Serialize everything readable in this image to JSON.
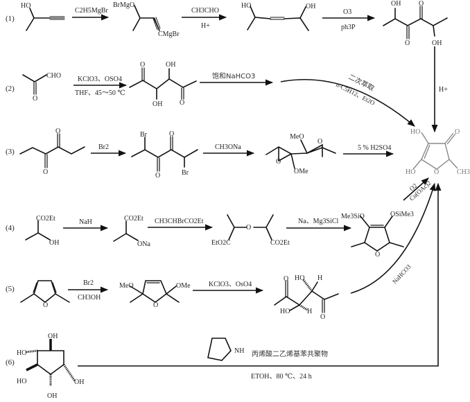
{
  "title": "Synthetic routes to 4-hydroxy-5-methyl-3(2H)-furanone derivative",
  "routes": [
    {
      "label": "(1)",
      "start_substituents": {
        "oh": "HO"
      },
      "steps": [
        {
          "reagent_top": "C2H5MgBr",
          "reagent_bottom": ""
        },
        {
          "reagent_top": "CH3CHO",
          "reagent_bottom": "H+"
        },
        {
          "reagent_top": "O3",
          "reagent_bottom": "ph3P"
        },
        {
          "reagent_top": "",
          "reagent_bottom": "H+"
        }
      ],
      "intermediates": [
        {
          "labels": [
            "BrMgO",
            "CMgBr"
          ]
        },
        {
          "labels": [
            "HO",
            "OH"
          ]
        },
        {
          "labels": [
            "OH",
            "O",
            "O",
            "OH"
          ]
        }
      ]
    },
    {
      "label": "(2)",
      "start_labels": [
        "CHO",
        "O"
      ],
      "steps": [
        {
          "reagent_top": "KClO3、OSO4",
          "reagent_bottom": "THF、45～50 ℃"
        },
        {
          "reagent_top": "饱和NaHCO3",
          "reagent_bottom": ""
        },
        {
          "reagent_top": "二次萃取",
          "reagent_bottom": "n-C5H12、Et2O"
        }
      ],
      "intermediates": [
        {
          "labels": [
            "O",
            "OH",
            "OH",
            "O"
          ]
        }
      ]
    },
    {
      "label": "(3)",
      "start_labels": [
        "O",
        "O"
      ],
      "steps": [
        {
          "reagent_top": "Br2",
          "reagent_bottom": ""
        },
        {
          "reagent_top": "CH3ONa",
          "reagent_bottom": ""
        },
        {
          "reagent_top": "5 % H2SO4",
          "reagent_bottom": ""
        }
      ],
      "intermediates": [
        {
          "labels": [
            "Br",
            "O",
            "O",
            "Br"
          ]
        },
        {
          "labels": [
            "MeO",
            "O",
            "O",
            "OMe"
          ]
        }
      ]
    },
    {
      "label": "(4)",
      "start_labels": [
        "CO2Et",
        "OH"
      ],
      "steps": [
        {
          "reagent_top": "NaH",
          "reagent_bottom": ""
        },
        {
          "reagent_top": "CH3CHBrCO2Et",
          "reagent_bottom": ""
        },
        {
          "reagent_top": "Na、Mg3SiCl",
          "reagent_bottom": ""
        },
        {
          "reagent_top": "O2",
          "reagent_bottom": "Cu(OAc)2"
        }
      ],
      "intermediates": [
        {
          "labels": [
            "CO2Et",
            "ONa"
          ]
        },
        {
          "labels": [
            "O",
            "EtO2C",
            "CO2Et"
          ]
        },
        {
          "labels": [
            "Me3SiO",
            "OSiMe3",
            "O"
          ]
        }
      ]
    },
    {
      "label": "(5)",
      "start_labels": [
        "O"
      ],
      "steps": [
        {
          "reagent_top": "Br2",
          "reagent_bottom": "CH3OH"
        },
        {
          "reagent_top": "KClO3、OsO4",
          "reagent_bottom": ""
        },
        {
          "reagent_top": "NaHCO3",
          "reagent_bottom": ""
        }
      ],
      "intermediates": [
        {
          "labels": [
            "MeO",
            "OMe",
            "O"
          ]
        },
        {
          "labels": [
            "O",
            "HO",
            "H",
            "HO",
            "H",
            "O"
          ]
        }
      ]
    },
    {
      "label": "(6)",
      "start_labels": [
        "OH",
        "HO",
        "HO",
        "OH",
        "OH"
      ],
      "steps": [
        {
          "reagent_top": "丙烯酸二乙烯基苯共聚物",
          "reagent_bottom": "ETOH、80 ℃、24 h",
          "catalyst_label": "NH"
        }
      ]
    }
  ],
  "product": {
    "labels": [
      "HO",
      "O",
      "HO",
      "O",
      "CH3"
    ]
  }
}
